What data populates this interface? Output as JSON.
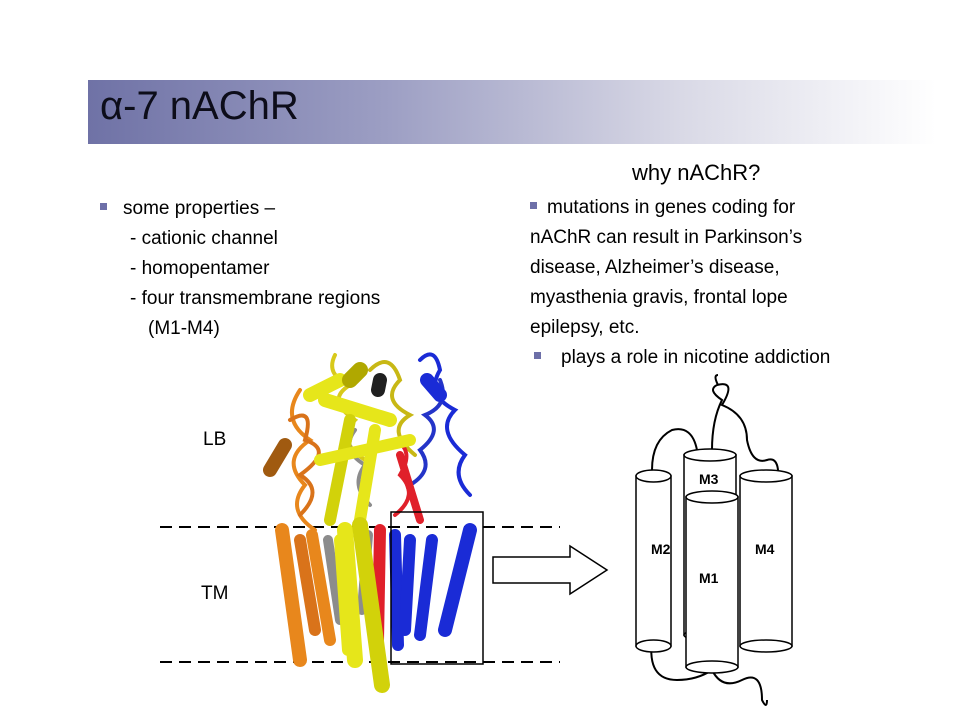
{
  "slide": {
    "title": "α-7 nAChR",
    "properties": {
      "heading": "some properties –",
      "items": [
        "-  cationic channel",
        "-  homopentamer",
        "-  four transmembrane regions",
        "(M1-M4)"
      ]
    },
    "why": {
      "heading": "why nAChR?",
      "bullet1_lines": [
        "mutations in genes coding for",
        "nAChR can result in Parkinson’s",
        "disease, Alzheimer’s disease,",
        "myasthenia gravis, frontal lope",
        "epilepsy, etc."
      ],
      "bullet2": "plays a role in nicotine addiction"
    },
    "structure_labels": {
      "lb": "LB",
      "tm": "TM"
    },
    "helix_labels": {
      "m1": "M1",
      "m2": "M2",
      "m3": "M3",
      "m4": "M4"
    },
    "colors": {
      "accent": "#6d6fa8",
      "yellow": "#e6e61a",
      "orange": "#e8871c",
      "blue": "#1a2bd6",
      "red": "#e0202a",
      "gray": "#8c8c8c"
    }
  }
}
